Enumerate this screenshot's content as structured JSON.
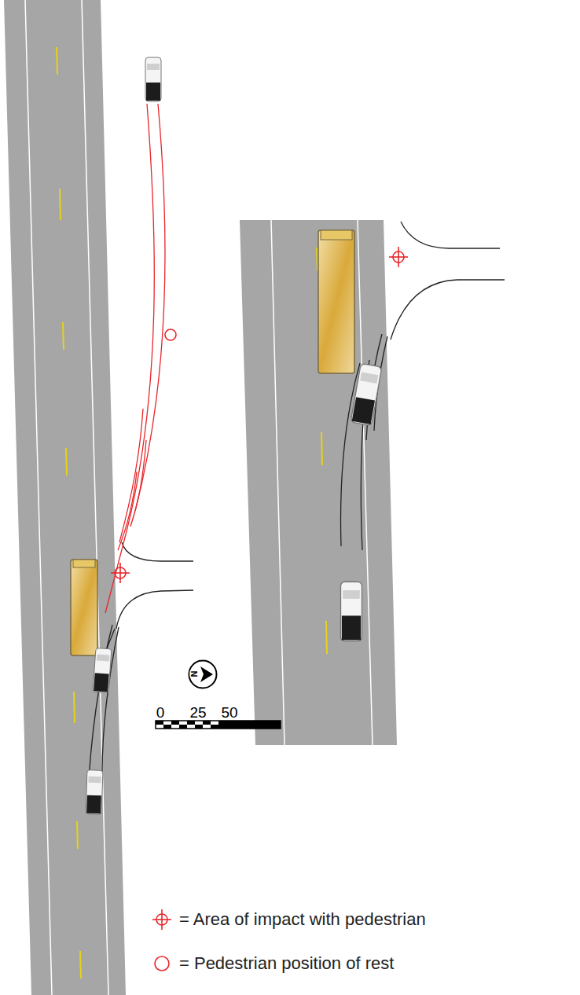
{
  "diagram": {
    "nodes": [
      {
        "text": [
          "N"
        ]
      }
    ],
    "labels": [
      "0",
      "25",
      "50"
    ],
    "legend": [
      {
        "text": "= Area of impact with pedestrian"
      },
      {
        "text": "= Pedestrian position of rest"
      }
    ]
  }
}
